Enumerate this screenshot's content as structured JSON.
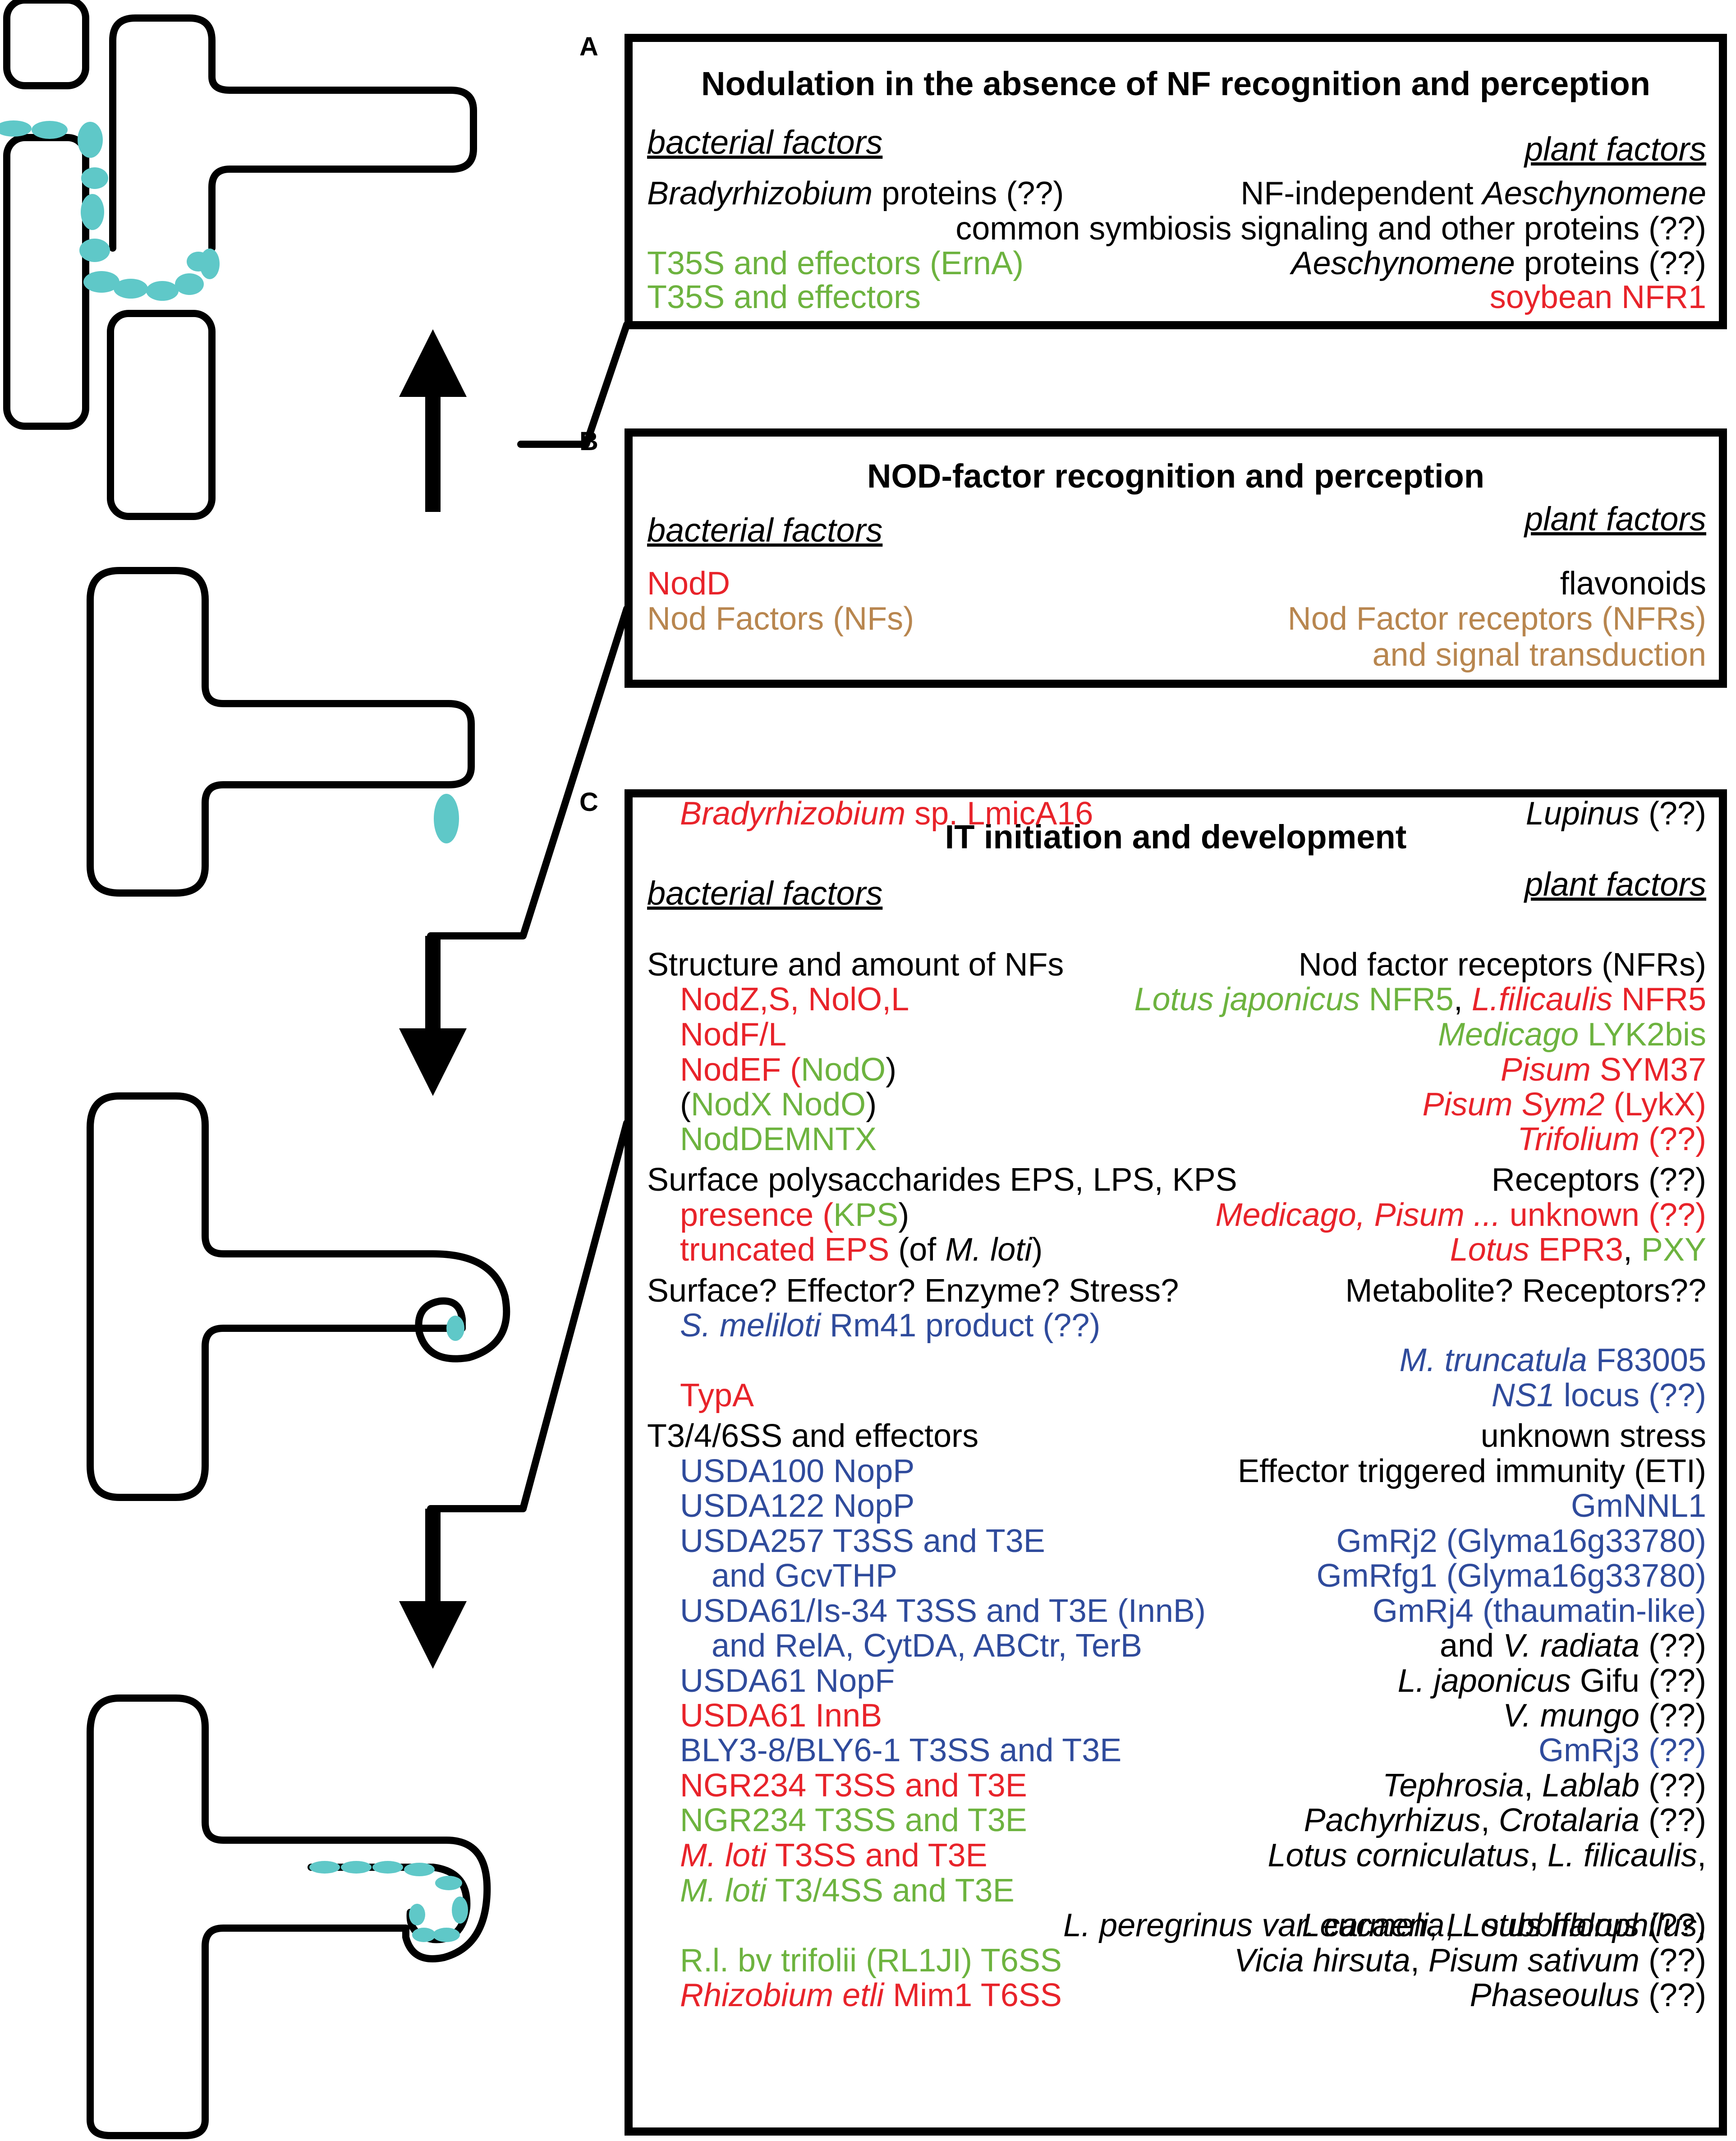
{
  "colors": {
    "black": "#000000",
    "red": "#e8232a",
    "green": "#6db33f",
    "brown": "#b8864f",
    "blue": "#2f4b9c",
    "bacteria": "#5fc8c8"
  },
  "panels": {
    "A": {
      "letter": "A",
      "title": "Nodulation in the absence of NF recognition and perception",
      "bacterial_header": "bacterial factors",
      "plant_header": "plant factors",
      "lines": [
        {
          "side": "l",
          "segs": [
            {
              "t": "Bradyrhizobium",
              "c": "blk",
              "i": true
            },
            {
              "t": " proteins (??)",
              "c": "blk"
            }
          ]
        },
        {
          "side": "r",
          "segs": [
            {
              "t": "NF-independent ",
              "c": "blk"
            },
            {
              "t": "Aeschynomene",
              "c": "blk",
              "i": true
            }
          ]
        },
        {
          "side": "r",
          "segs": [
            {
              "t": "common symbiosis signaling and other proteins (??)",
              "c": "blk"
            }
          ]
        },
        {
          "side": "l",
          "segs": [
            {
              "t": "T35S and effectors (ErnA)",
              "c": "grn"
            }
          ]
        },
        {
          "side": "r",
          "segs": [
            {
              "t": "Aeschynomene",
              "c": "blk",
              "i": true
            },
            {
              "t": " proteins (??)",
              "c": "blk"
            }
          ]
        },
        {
          "side": "l",
          "segs": [
            {
              "t": "T35S and effectors",
              "c": "grn"
            }
          ]
        },
        {
          "side": "r",
          "segs": [
            {
              "t": "soybean NFR1",
              "c": "red"
            }
          ]
        }
      ]
    },
    "B": {
      "letter": "B",
      "title": "NOD-factor recognition and perception",
      "bacterial_header": "bacterial factors",
      "plant_header": "plant factors",
      "lines": [
        {
          "side": "l",
          "segs": [
            {
              "t": "NodD",
              "c": "red"
            }
          ]
        },
        {
          "side": "r",
          "segs": [
            {
              "t": "flavonoids",
              "c": "blk"
            }
          ]
        },
        {
          "side": "l",
          "segs": [
            {
              "t": "Nod Factors (NFs)",
              "c": "brn"
            }
          ]
        },
        {
          "side": "r",
          "segs": [
            {
              "t": "Nod Factor receptors (NFRs)",
              "c": "brn"
            }
          ]
        },
        {
          "side": "r",
          "segs": [
            {
              "t": "and signal transduction",
              "c": "brn"
            }
          ]
        }
      ]
    },
    "C": {
      "letter": "C",
      "title": "IT initiation and development",
      "bacterial_header": "bacterial factors",
      "plant_header": "plant factors",
      "lines": [
        {
          "side": "l",
          "segs": [
            {
              "t": "Structure and amount of NFs",
              "c": "blk"
            }
          ]
        },
        {
          "side": "r",
          "segs": [
            {
              "t": "Nod factor receptors (NFRs)",
              "c": "blk"
            }
          ]
        },
        {
          "side": "i1",
          "segs": [
            {
              "t": "NodZ,S, NolO,L",
              "c": "red"
            }
          ]
        },
        {
          "side": "r",
          "segs": [
            {
              "t": "Lotus japonicus",
              "c": "grn",
              "i": true
            },
            {
              "t": " NFR5",
              "c": "grn"
            },
            {
              "t": ", ",
              "c": "blk"
            },
            {
              "t": "L.filicaulis",
              "c": "red",
              "i": true
            },
            {
              "t": " NFR5",
              "c": "red"
            }
          ]
        },
        {
          "side": "i1",
          "segs": [
            {
              "t": "NodF/L",
              "c": "red"
            }
          ]
        },
        {
          "side": "r",
          "segs": [
            {
              "t": "Medicago",
              "c": "grn",
              "i": true
            },
            {
              "t": " LYK2bis",
              "c": "grn"
            }
          ]
        },
        {
          "side": "i1",
          "segs": [
            {
              "t": "NodEF (",
              "c": "red"
            },
            {
              "t": "NodO",
              "c": "grn"
            },
            {
              "t": ")",
              "c": "blk"
            }
          ]
        },
        {
          "side": "r",
          "segs": [
            {
              "t": "Pisum",
              "c": "red",
              "i": true
            },
            {
              "t": " SYM37",
              "c": "red"
            }
          ]
        },
        {
          "side": "i1",
          "segs": [
            {
              "t": "(",
              "c": "blk"
            },
            {
              "t": "NodX NodO",
              "c": "grn"
            },
            {
              "t": ")",
              "c": "blk"
            }
          ]
        },
        {
          "side": "r",
          "segs": [
            {
              "t": "Pisum Sym2",
              "c": "red",
              "i": true
            },
            {
              "t": " (LykX)",
              "c": "red"
            }
          ]
        },
        {
          "side": "i1",
          "segs": [
            {
              "t": "NodDEMNTX",
              "c": "grn"
            }
          ]
        },
        {
          "side": "r",
          "segs": [
            {
              "t": "Trifolium",
              "c": "red",
              "i": true
            },
            {
              "t": " (??)",
              "c": "red"
            }
          ]
        },
        {
          "side": "l",
          "segs": [
            {
              "t": "Surface polysaccharides EPS, LPS, KPS",
              "c": "blk"
            }
          ]
        },
        {
          "side": "r",
          "segs": [
            {
              "t": "Receptors (??)",
              "c": "blk"
            }
          ]
        },
        {
          "side": "i1",
          "segs": [
            {
              "t": "presence (",
              "c": "red"
            },
            {
              "t": "KPS",
              "c": "grn"
            },
            {
              "t": ")",
              "c": "blk"
            }
          ]
        },
        {
          "side": "r",
          "segs": [
            {
              "t": "Medicago, Pisum ...",
              "c": "red",
              "i": true
            },
            {
              "t": " unknown (??)",
              "c": "red"
            }
          ]
        },
        {
          "side": "i1",
          "segs": [
            {
              "t": "truncated EPS",
              "c": "red"
            },
            {
              "t": " (of ",
              "c": "blk"
            },
            {
              "t": "M. loti",
              "c": "blk",
              "i": true
            },
            {
              "t": ")",
              "c": "blk"
            }
          ]
        },
        {
          "side": "r",
          "segs": [
            {
              "t": "Lotus",
              "c": "red",
              "i": true
            },
            {
              "t": " EPR3",
              "c": "red"
            },
            {
              "t": ", ",
              "c": "blk"
            },
            {
              "t": "PXY",
              "c": "grn"
            }
          ]
        },
        {
          "side": "l",
          "segs": [
            {
              "t": "Surface? Effector? Enzyme? Stress?",
              "c": "blk"
            }
          ]
        },
        {
          "side": "r",
          "segs": [
            {
              "t": "Metabolite? Receptors??",
              "c": "blk"
            }
          ]
        },
        {
          "side": "i1",
          "segs": [
            {
              "t": "S. meliloti",
              "c": "blu",
              "i": true
            },
            {
              "t": " Rm41 product (??)",
              "c": "blu"
            }
          ]
        },
        {
          "side": "r",
          "segs": [
            {
              "t": "M. truncatula",
              "c": "blu",
              "i": true
            },
            {
              "t": " F83005",
              "c": "blu"
            }
          ]
        },
        {
          "side": "r",
          "segs": [
            {
              "t": "NS1",
              "c": "blu",
              "i": true
            },
            {
              "t": " locus (??)",
              "c": "blu"
            }
          ]
        },
        {
          "side": "i1",
          "segs": [
            {
              "t": "TypA",
              "c": "red"
            }
          ]
        },
        {
          "side": "r",
          "segs": [
            {
              "t": "unknown stress",
              "c": "blk"
            }
          ]
        },
        {
          "side": "l",
          "segs": [
            {
              "t": "T3/4/6SS and effectors",
              "c": "blk"
            }
          ]
        },
        {
          "side": "r",
          "segs": [
            {
              "t": "Effector triggered immunity (ETI)",
              "c": "blk"
            }
          ]
        },
        {
          "side": "i1",
          "segs": [
            {
              "t": "USDA100 NopP",
              "c": "blu"
            }
          ]
        },
        {
          "side": "r",
          "segs": [
            {
              "t": "GmNNL1",
              "c": "blu"
            }
          ]
        },
        {
          "side": "i1",
          "segs": [
            {
              "t": "USDA122 NopP",
              "c": "blu"
            }
          ]
        },
        {
          "side": "r",
          "segs": [
            {
              "t": "GmRj2 (Glyma16g33780)",
              "c": "blu"
            }
          ]
        },
        {
          "side": "i1",
          "segs": [
            {
              "t": "USDA257 T3SS and T3E",
              "c": "blu"
            }
          ]
        },
        {
          "side": "r",
          "segs": [
            {
              "t": "GmRfg1 (Glyma16g33780)",
              "c": "blu"
            }
          ]
        },
        {
          "side": "i2",
          "segs": [
            {
              "t": "and GcvTHP",
              "c": "blu"
            }
          ]
        },
        {
          "side": "i1",
          "segs": [
            {
              "t": "USDA61/Is-34 T3SS and T3E (InnB)",
              "c": "blu"
            }
          ]
        },
        {
          "side": "r",
          "segs": [
            {
              "t": "GmRj4 (thaumatin-like)",
              "c": "blu"
            }
          ]
        },
        {
          "side": "i2",
          "segs": [
            {
              "t": "and RelA, CytDA, ABCtr, TerB",
              "c": "blu"
            }
          ]
        },
        {
          "side": "r",
          "segs": [
            {
              "t": "and ",
              "c": "blk"
            },
            {
              "t": "V. radiata",
              "c": "blk",
              "i": true
            },
            {
              "t": " (??)",
              "c": "blk"
            }
          ]
        },
        {
          "side": "i1",
          "segs": [
            {
              "t": "USDA61 NopF",
              "c": "blu"
            }
          ]
        },
        {
          "side": "r",
          "segs": [
            {
              "t": "L. japonicus",
              "c": "blk",
              "i": true
            },
            {
              "t": " Gifu (??)",
              "c": "blk"
            }
          ]
        },
        {
          "side": "i1",
          "segs": [
            {
              "t": "USDA61 InnB",
              "c": "red"
            }
          ]
        },
        {
          "side": "r",
          "segs": [
            {
              "t": "V. mungo",
              "c": "blk",
              "i": true
            },
            {
              "t": " (??)",
              "c": "blk"
            }
          ]
        },
        {
          "side": "i1",
          "segs": [
            {
              "t": "BLY3-8/BLY6-1 T3SS and T3E",
              "c": "blu"
            }
          ]
        },
        {
          "side": "r",
          "segs": [
            {
              "t": "GmRj3 (??)",
              "c": "blu"
            }
          ]
        },
        {
          "side": "i1",
          "segs": [
            {
              "t": "NGR234 T3SS and T3E",
              "c": "red"
            }
          ]
        },
        {
          "side": "r",
          "segs": [
            {
              "t": "Tephrosia",
              "c": "blk",
              "i": true
            },
            {
              "t": ", ",
              "c": "blk"
            },
            {
              "t": "Lablab",
              "c": "blk",
              "i": true
            },
            {
              "t": " (??)",
              "c": "blk"
            }
          ]
        },
        {
          "side": "i1",
          "segs": [
            {
              "t": "NGR234 T3SS and T3E",
              "c": "grn"
            }
          ]
        },
        {
          "side": "r",
          "segs": [
            {
              "t": "Pachyrhizus",
              "c": "blk",
              "i": true
            },
            {
              "t": ", ",
              "c": "blk"
            },
            {
              "t": "Crotalaria",
              "c": "blk",
              "i": true
            },
            {
              "t": " (??)",
              "c": "blk"
            }
          ]
        },
        {
          "side": "i1",
          "segs": [
            {
              "t": "M. loti",
              "c": "red",
              "i": true
            },
            {
              "t": " T3SS and T3E",
              "c": "red"
            }
          ]
        },
        {
          "side": "r",
          "segs": [
            {
              "t": "Lotus corniculatus",
              "c": "blk",
              "i": true
            },
            {
              "t": ", ",
              "c": "blk"
            },
            {
              "t": "L. filicaulis",
              "c": "blk",
              "i": true
            },
            {
              "t": ",",
              "c": "blk"
            }
          ]
        },
        {
          "side": "i1",
          "segs": [
            {
              "t": "M. loti",
              "c": "grn",
              "i": true
            },
            {
              "t": " T3/4SS and T3E",
              "c": "grn"
            }
          ]
        },
        {
          "side": "r",
          "segs": [
            {
              "t": "Leucaena",
              "c": "blk",
              "i": true
            },
            {
              "t": ", ",
              "c": "blk"
            },
            {
              "t": "Lotus halophilus",
              "c": "blk",
              "i": true
            },
            {
              "t": ",",
              "c": "blk"
            }
          ]
        },
        {
          "side": "r",
          "segs": [
            {
              "t": "L. peregrinus var. carmeli",
              "c": "blk",
              "i": true
            },
            {
              "t": ", ",
              "c": "blk"
            },
            {
              "t": "L. subbiflorus",
              "c": "blk",
              "i": true
            },
            {
              "t": " (??)",
              "c": "blk"
            }
          ]
        },
        {
          "side": "i1",
          "segs": [
            {
              "t": "R.l. bv trifolii (RL1JI) T6SS",
              "c": "grn"
            }
          ]
        },
        {
          "side": "r",
          "segs": [
            {
              "t": "Vicia hirsuta",
              "c": "blk",
              "i": true
            },
            {
              "t": ", ",
              "c": "blk"
            },
            {
              "t": "Pisum sativum",
              "c": "blk",
              "i": true
            },
            {
              "t": " (??)",
              "c": "blk"
            }
          ]
        },
        {
          "side": "i1",
          "segs": [
            {
              "t": "Rhizobium etli",
              "c": "red",
              "i": true
            },
            {
              "t": " Mim1 T6SS",
              "c": "red"
            }
          ]
        },
        {
          "side": "r",
          "segs": [
            {
              "t": "Phaseoulus",
              "c": "blk",
              "i": true
            },
            {
              "t": " (??)",
              "c": "blk"
            }
          ]
        },
        {
          "side": "i1",
          "segs": [
            {
              "t": "Bradyrhizobium",
              "c": "red",
              "i": true
            },
            {
              "t": " sp. LmicA16",
              "c": "red"
            }
          ]
        },
        {
          "side": "r",
          "segs": [
            {
              "t": "Lupinus",
              "c": "blk",
              "i": true
            },
            {
              "t": " (??)",
              "c": "blk"
            }
          ]
        }
      ]
    }
  }
}
